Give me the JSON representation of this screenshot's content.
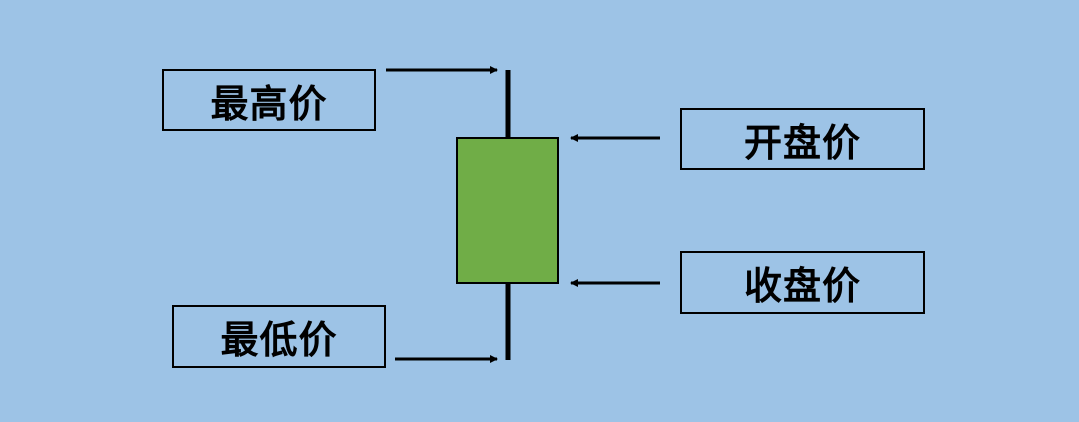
{
  "labels": {
    "high": "最高价",
    "low": "最低价",
    "open": "开盘价",
    "close": "收盘价"
  },
  "colors": {
    "background": "#9dc3e6",
    "candle_body": "#70ad47",
    "stroke": "#000000"
  }
}
